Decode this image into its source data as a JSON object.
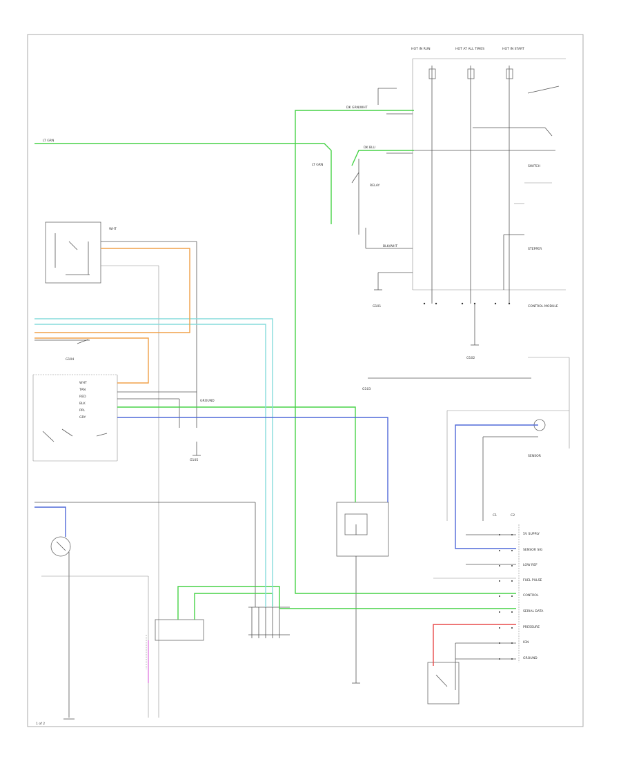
{
  "colors": {
    "green": "#46d246",
    "cyan": "#86dcdc",
    "orange": "#f0a048",
    "blue": "#4f68d8",
    "red": "#e84a4a",
    "pink": "#e080e0",
    "black": "#555555",
    "gray": "#aaaaaa"
  },
  "labels": {
    "fuse_a": "HOT IN RUN",
    "fuse_b": "HOT AT ALL TIMES",
    "fuse_c": "HOT IN START",
    "green_wire_left": "LT GRN",
    "dk_grn_top": "DK GRN/WHT",
    "dk_blu": "DK BLU",
    "blk_wht": "BLK/WHT",
    "lt_grn_vert": "LT GRN",
    "ctrl_module": "CONTROL MODULE",
    "wht_wire": "WHT",
    "tan_wire": "TAN",
    "red_wire": "RED",
    "blk_wire": "BLK",
    "ppl": "PPL",
    "gry": "GRY",
    "ground_g1": "G101",
    "ground_g2": "G102",
    "ground_g3": "G103",
    "ground_g4": "G104",
    "ground_g5": "G105",
    "sensor_box": "SENSOR",
    "relay_box": "RELAY",
    "switch_box": "SWITCH",
    "stepper": "STEPPER",
    "pin_c1": "C1",
    "pin_c2": "C2",
    "pin_ground": "GROUND",
    "ecm_5v": "5V SUPPLY",
    "ecm_sensor": "SENSOR SIG",
    "ecm_low": "LOW REF",
    "ecm_fuel": "FUEL PULSE",
    "ecm_control": "CONTROL",
    "ecm_serial": "SERIAL DATA",
    "ecm_pressure": "PRESSURE",
    "ecm_ign": "IGN",
    "ecm_ground": "GROUND",
    "page_ref": "1 of 2"
  }
}
